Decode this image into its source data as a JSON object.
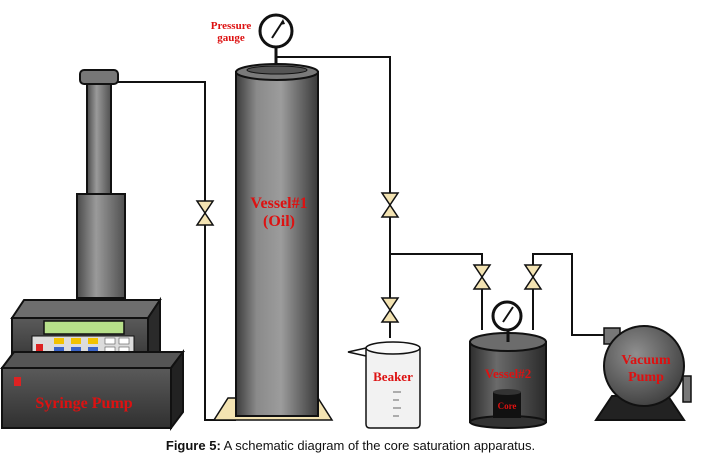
{
  "labels": {
    "pressure_gauge_line1": "Pressure",
    "pressure_gauge_line2": "gauge",
    "vessel1_line1": "Vessel#1",
    "vessel1_line2": "(Oil)",
    "beaker": "Beaker",
    "vessel2": "Vessel#2",
    "core": "Core",
    "vacuum_line1": "Vacuum",
    "vacuum_line2": "Pump",
    "syringe_pump": "Syringe Pump"
  },
  "caption": {
    "prefix": "Figure 5:",
    "text": " A schematic diagram of the core saturation apparatus."
  },
  "colors": {
    "label_red": "#dd1111",
    "valve_fill": "#f3e3b2",
    "keypad_yellow": "#f2c200",
    "keypad_blue": "#3a64c8",
    "keypad_red": "#d22"
  }
}
